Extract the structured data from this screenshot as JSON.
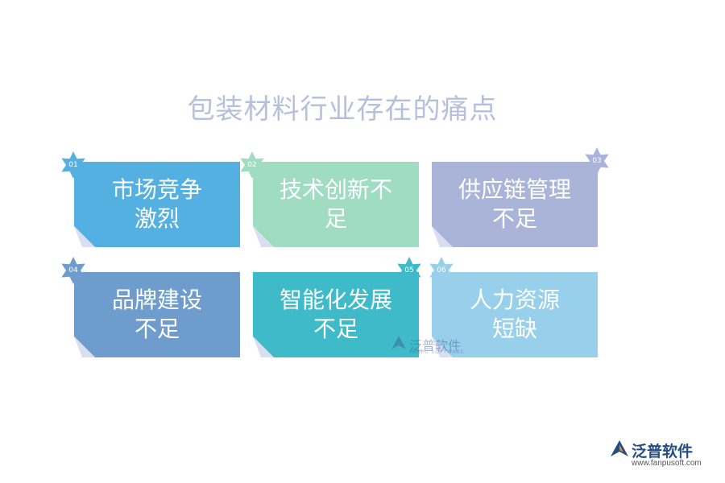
{
  "title": "包装材料行业存在的痛点",
  "cards": [
    {
      "num": "01",
      "line1": "市场竞争",
      "line2": "激烈",
      "color": "#55b0e2"
    },
    {
      "num": "02",
      "line1": "技术创新不",
      "line2": "足",
      "color": "#9fdcc1"
    },
    {
      "num": "03",
      "line1": "供应链管理",
      "line2": "不足",
      "color": "#a9b4d8"
    },
    {
      "num": "04",
      "line1": "品牌建设",
      "line2": "不足",
      "color": "#6e9ccc"
    },
    {
      "num": "05",
      "line1": "智能化发展",
      "line2": "不足",
      "color": "#3fbac9"
    },
    {
      "num": "06",
      "line1": "人力资源",
      "line2": "短缺",
      "color": "#98d0ec"
    }
  ],
  "watermark": {
    "name": "泛普软件",
    "sub": "FANPU SOFTWARE"
  },
  "logo": {
    "name": "泛普软件",
    "url": "www.fanpusoft.com"
  }
}
